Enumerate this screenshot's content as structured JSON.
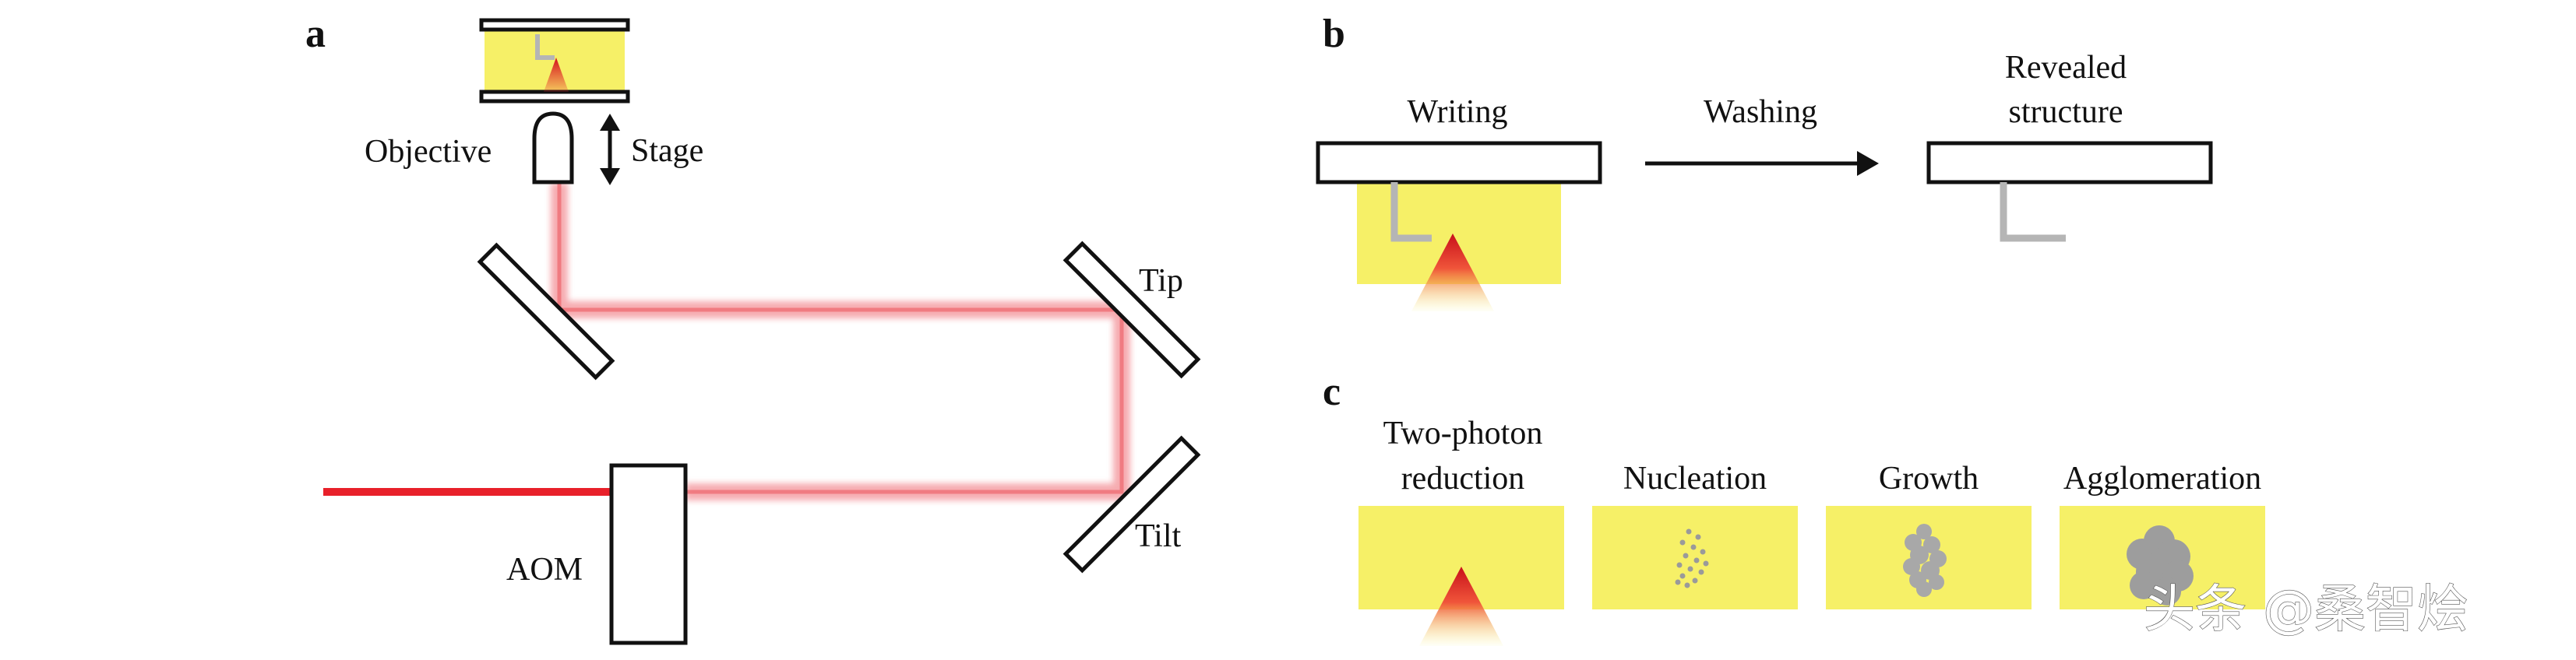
{
  "panels": {
    "a": {
      "letter": "a",
      "labels": {
        "objective": "Objective",
        "stage": "Stage",
        "tip": "Tip",
        "tilt": "Tilt",
        "aom": "AOM"
      }
    },
    "b": {
      "letter": "b",
      "steps": {
        "writing": "Writing",
        "washing": "Washing",
        "revealed_line1": "Revealed",
        "revealed_line2": "structure"
      }
    },
    "c": {
      "letter": "c",
      "stages": {
        "reduction_line1": "Two-photon",
        "reduction_line2": "reduction",
        "nucleation": "Nucleation",
        "growth": "Growth",
        "agglomeration": "Agglomeration"
      }
    }
  },
  "watermark": "头条 @桑智烩",
  "colors": {
    "laser": "#e8202a",
    "beam_glow": "#f5a3a8",
    "resin_yellow": "#f6f067",
    "structure_gray": "#b5b5b5",
    "outline": "#111111"
  }
}
